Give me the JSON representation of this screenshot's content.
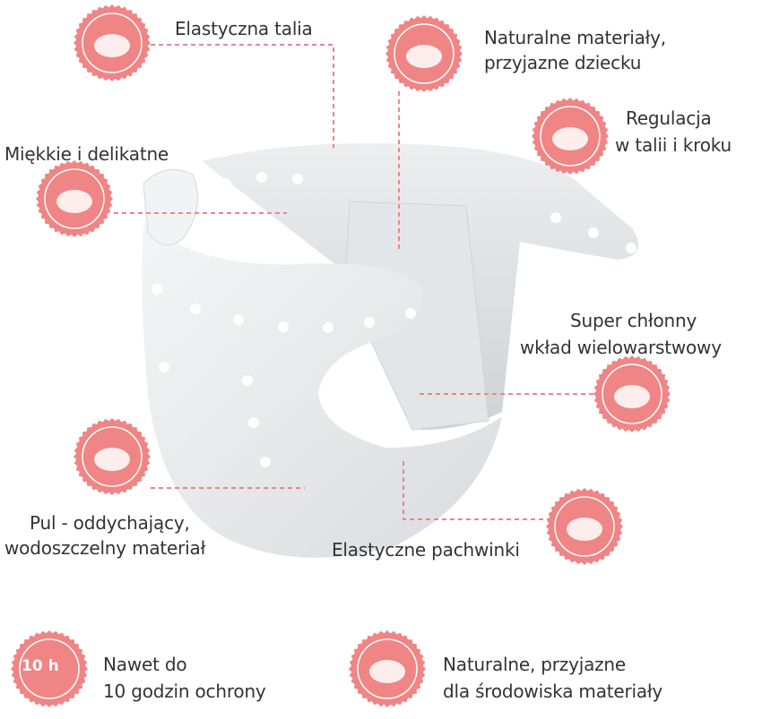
{
  "colors": {
    "accent": "#ef8585",
    "text": "#333333",
    "diaper": "#e6e8ea"
  },
  "features": {
    "waist": {
      "text": "Elastyczna talia",
      "icon": "waist-elastic-icon"
    },
    "natural": {
      "line1": "Naturalne materiały,",
      "line2": "przyjazne dziecku",
      "icon": "leaf-icon"
    },
    "adjust": {
      "line1": "Regulacja",
      "line2": "w talii i kroku",
      "icon": "adjustable-snaps-icon"
    },
    "soft": {
      "text": "Miękkie i delikatne",
      "icon": "feather-icon"
    },
    "absorb": {
      "line1": "Super chłonny",
      "line2": "wkład wielowarstwowy",
      "icon": "absorbent-layers-icon"
    },
    "pul": {
      "line1": "Pul - oddychający,",
      "line2": "wodoszczelny materiał",
      "icon": "breathable-fabric-icon"
    },
    "legs": {
      "text": "Elastyczne pachwinki",
      "icon": "leg-elastic-icon"
    }
  },
  "bottom": {
    "hours": {
      "badge": "10 h",
      "line1": "Nawet do",
      "line2": "10 godzin ochrony",
      "icon": "moon-sun-icon"
    },
    "eco": {
      "line1": "Naturalne, przyjazne",
      "line2": "dla środowiska materiały",
      "icon": "globe-hands-icon"
    }
  }
}
